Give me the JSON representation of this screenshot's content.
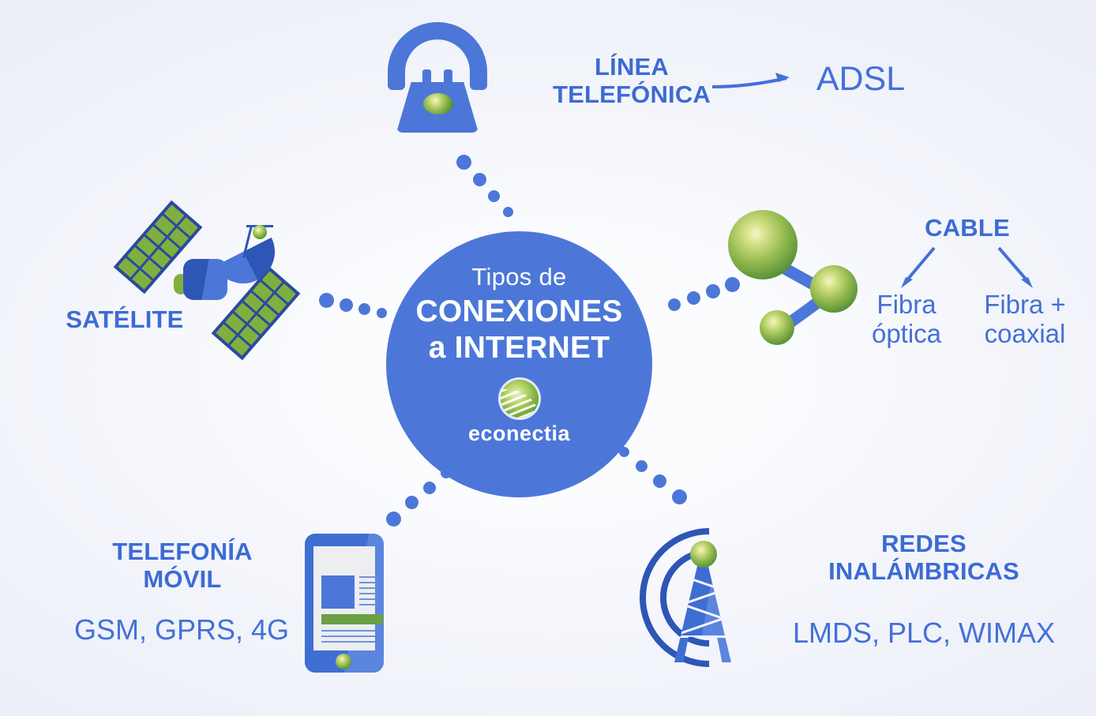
{
  "infographic": {
    "center": {
      "line1": "Tipos de",
      "line2": "CONEXIONES",
      "line3": "a INTERNET",
      "brand": "econectia",
      "circle_color": "#4c77d8",
      "brand_icon": "econectia-leaf-logo-icon"
    },
    "background": {
      "edge_color": "#eceff8",
      "center_color": "#fdfdff"
    },
    "accent_colors": {
      "blue": "#4c77d8",
      "label_blue": "#3d6bd4",
      "sub_blue": "#4470d8",
      "green": "#7fb03f",
      "dark_blue": "#2b4a9e"
    },
    "branches": [
      {
        "id": "linea-telefonica",
        "label": "LÍNEA\nTELEFÓNICA",
        "icon": "telephone-icon",
        "arrow": true,
        "targets": [
          "ADSL"
        ]
      },
      {
        "id": "cable",
        "label": "CABLE",
        "icon": "molecule-nodes-icon",
        "arrow": true,
        "targets": [
          "Fibra\nóptica",
          "Fibra +\ncoaxial"
        ]
      },
      {
        "id": "redes-inalambricas",
        "label": "REDES\nINALÁMBRICAS",
        "icon": "radio-tower-icon",
        "arrow": false,
        "targets": [
          "LMDS, PLC, WIMAX"
        ]
      },
      {
        "id": "telefonia-movil",
        "label": "TELEFONÍA\nMÓVIL",
        "icon": "smartphone-icon",
        "arrow": false,
        "targets": [
          "GSM, GPRS, 4G"
        ]
      },
      {
        "id": "satelite",
        "label": "SATÉLITE",
        "icon": "satellite-icon",
        "arrow": false,
        "targets": []
      }
    ]
  }
}
